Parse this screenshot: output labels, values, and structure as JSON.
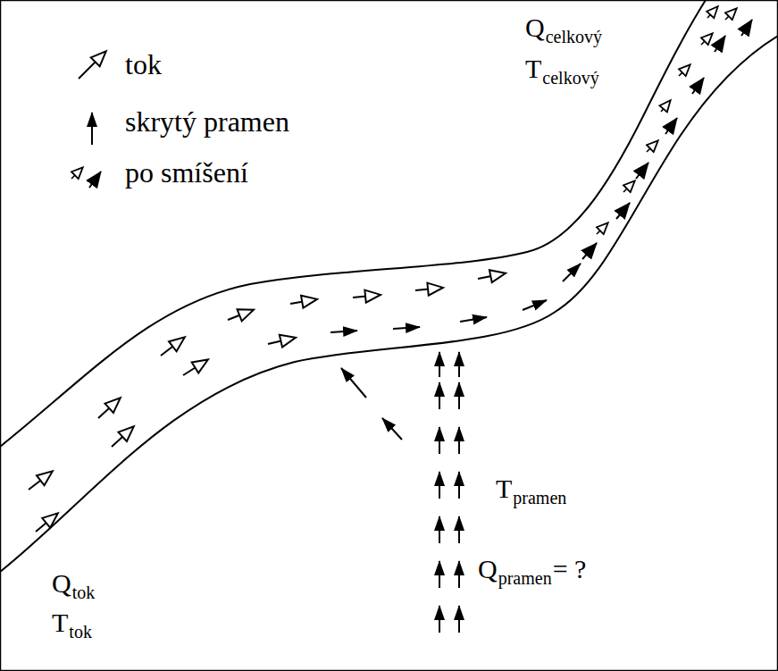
{
  "diagram": {
    "labels": [
      "Q",
      "celkový",
      "T",
      "celkový",
      "Q",
      "tok",
      "T",
      "tok",
      "T",
      "pramen",
      "Q",
      "pramen",
      "= ?"
    ],
    "legend": [
      {
        "text": "tok"
      },
      {
        "text": "skrytý pramen"
      },
      {
        "text": "po smíšení"
      }
    ]
  }
}
